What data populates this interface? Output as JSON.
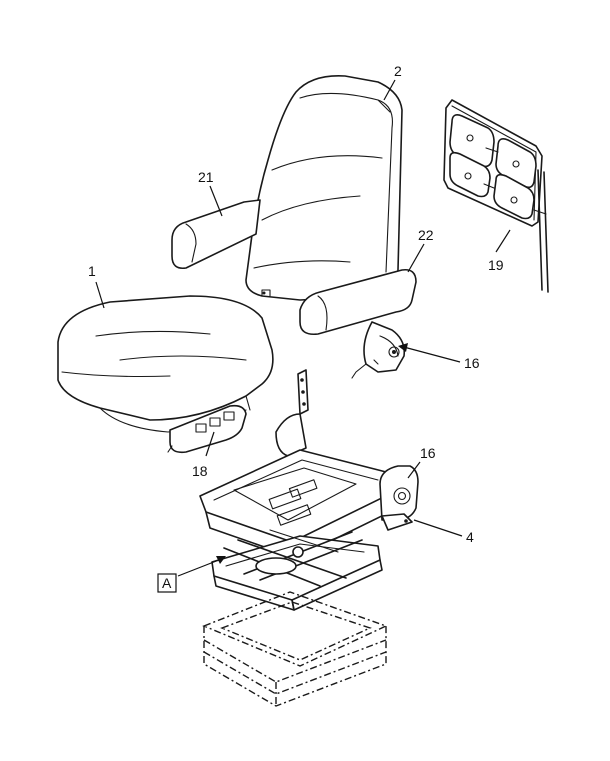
{
  "callouts": [
    {
      "id": "c1",
      "label": "1"
    },
    {
      "id": "c2",
      "label": "2"
    },
    {
      "id": "c4",
      "label": "4"
    },
    {
      "id": "c16a",
      "label": "16"
    },
    {
      "id": "c16b",
      "label": "16"
    },
    {
      "id": "c18",
      "label": "18"
    },
    {
      "id": "c19",
      "label": "19"
    },
    {
      "id": "c21",
      "label": "21"
    },
    {
      "id": "c22",
      "label": "22"
    }
  ],
  "view_marker": {
    "label": "A"
  }
}
